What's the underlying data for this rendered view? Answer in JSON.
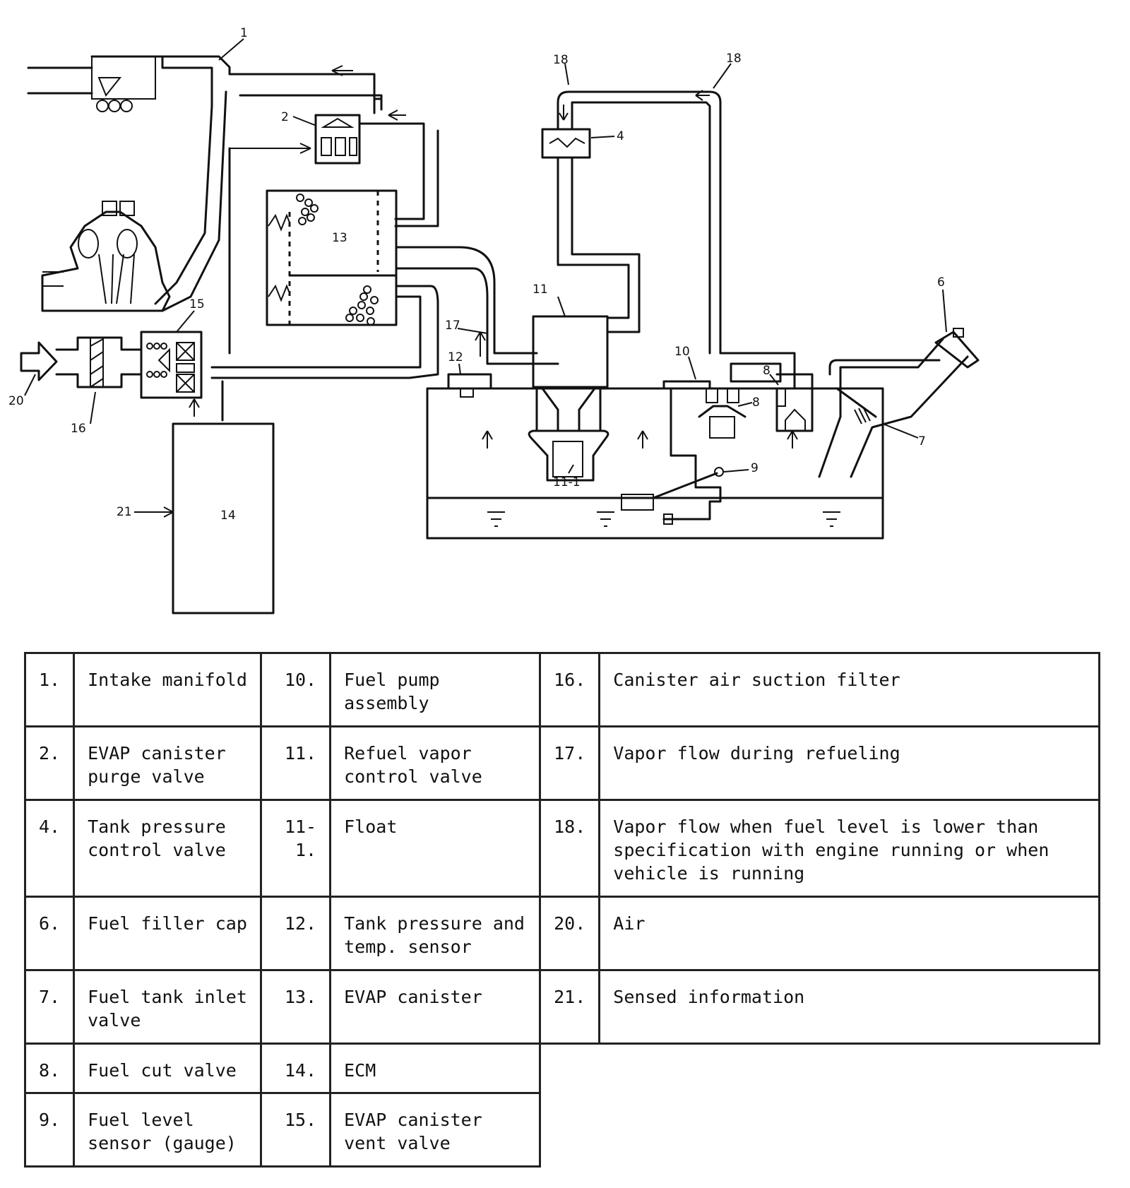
{
  "callouts": {
    "c1": "1",
    "c2": "2",
    "c4": "4",
    "c6": "6",
    "c7": "7",
    "c8a": "8",
    "c8b": "8",
    "c9": "9",
    "c10": "10",
    "c11": "11",
    "c11_1": "11-1",
    "c12": "12",
    "c13": "13",
    "c14": "14",
    "c15": "15",
    "c16": "16",
    "c17": "17",
    "c18a": "18",
    "c18b": "18",
    "c20": "20",
    "c21": "21"
  },
  "legend": {
    "rows": [
      [
        {
          "num": "1.",
          "text": "Intake manifold"
        },
        {
          "num": "10.",
          "text": "Fuel pump assembly"
        },
        {
          "num": "16.",
          "text": "Canister air suction filter"
        }
      ],
      [
        {
          "num": "2.",
          "text": "EVAP canister purge valve"
        },
        {
          "num": "11.",
          "text": "Refuel vapor control valve"
        },
        {
          "num": "17.",
          "text": "Vapor flow during refueling"
        }
      ],
      [
        {
          "num": "4.",
          "text": "Tank pressure control valve"
        },
        {
          "num": "11-1.",
          "text": "Float"
        },
        {
          "num": "18.",
          "text": "Vapor flow when fuel level is lower than specification with engine running or when vehicle is running"
        }
      ],
      [
        {
          "num": "6.",
          "text": "Fuel filler cap"
        },
        {
          "num": "12.",
          "text": "Tank pressure and temp. sensor"
        },
        {
          "num": "20.",
          "text": "Air"
        }
      ],
      [
        {
          "num": "7.",
          "text": "Fuel tank inlet valve"
        },
        {
          "num": "13.",
          "text": "EVAP canister"
        },
        {
          "num": "21.",
          "text": "Sensed information"
        }
      ],
      [
        {
          "num": "8.",
          "text": "Fuel cut valve"
        },
        {
          "num": "14.",
          "text": "ECM"
        },
        null
      ],
      [
        {
          "num": "9.",
          "text": "Fuel level sensor (gauge)"
        },
        {
          "num": "15.",
          "text": "EVAP canister vent valve"
        },
        null
      ]
    ]
  }
}
